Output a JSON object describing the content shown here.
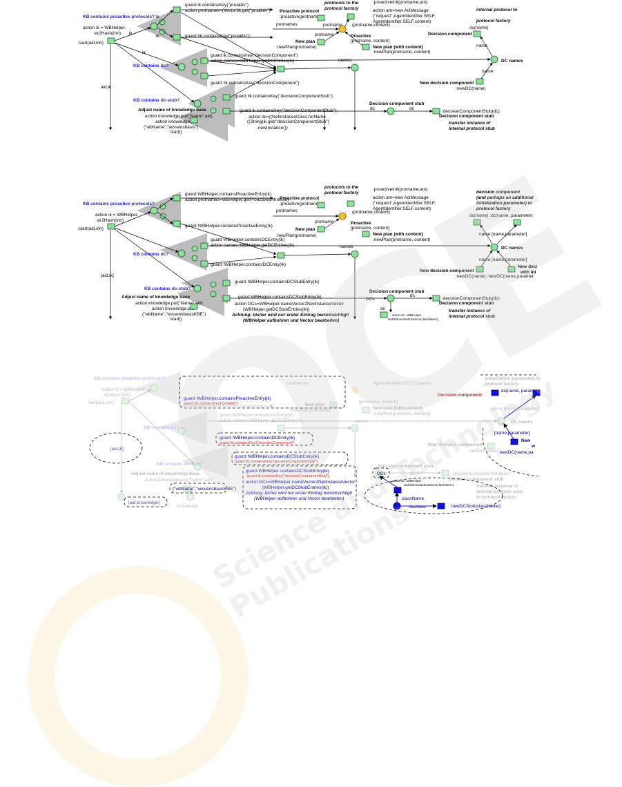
{
  "panel1": {
    "kb_proactive": "KB contains proactive protocols?",
    "action_ik_1": "action ik = WBHelper.",
    "action_ik_2": "str2Hash(inh)",
    "start": ":start(aid,inh)",
    "ik1": "ik",
    "ik2": "ik",
    "guard_pro_1": "guard ik.containsKey(\"proaktiv\")",
    "guard_pro_2": "action protnames=(Vector)ik.get(\"proaktiv\")",
    "guard_notpro": "guard !ik.containsKey(\"proaktiv\")",
    "protocols_factory": "protocols to the",
    "protocol_factory2": "protocol factory",
    "proactive_init": ":proactiveInit(protname,am)",
    "acl_1": "action am=new AclMessage",
    "acl_2": "(\"request\",AgentIdentifier.SELF,",
    "acl_3": "AgentIdentifier.SELF,content)",
    "proactive_protocol": "Proactive protocol",
    "proactive_call": ":proactive(protname)",
    "protnames": "protnames",
    "protname": "protname",
    "protname2": "protname",
    "protname_content": "(protname,content)",
    "proactive": "Proactive",
    "new_plan": "New plan",
    "new_plan_call": ":newPlan(protname)",
    "protname_content2": "[protname, content]",
    "new_plan_with": "New plan (with content)",
    "new_plan_with_call": ":newPlan(protname, content)",
    "internal_protocol": "internal protocol to",
    "protocol_factory": "protocol factory",
    "dc_name": "dc(name)",
    "decision_component": "Decision component",
    "name1": "name",
    "name2": "name",
    "dc_names": "DC names",
    "new_decision_component": "New decision component",
    "new_dc_call": ":newDC(name)",
    "kb_dc": "KB contains dc?",
    "ik3": "ik",
    "guard_dc_1": "guard ik.containsKey(\"decisionComponent\")",
    "guard_dc_2": "action names=WBHelper.getDCEntries(ik)",
    "guard_notdc": "guard !ik.containsKey(\"decisionComponent\")",
    "names": "names",
    "aid_ik": "aid,ik",
    "kb_dcstub": "KB contains dc-stub?",
    "guard_notstub": "guard !ik.containsKey(\"decisionComponentStub\")",
    "guard_stub": "guard ik.containsKey(\"decisionComponentStub\");",
    "adjust": "Adjust name of knowledge base",
    "action_put1": "action knowledge.put(\"Name\",aid)",
    "action_put2": "action knowledge.put",
    "action_put3": "(\"wbName\",\"wissensbasis\")",
    "start2": ":start()",
    "dc_new_1": "action dc=((NetInstanceClass.forName",
    "dc_new_2": "((String)ik.get(\"decisionComponentStub\")",
    "dc_new_3": ".newInstance())",
    "dc": "dc",
    "dc2": "dc",
    "dc_stub": "Decision component stub",
    "dc_stub_call": ":decisionComponentStub(dc)",
    "dc_stub2": "Decision component stub",
    "transfer_1": "transfer instance of",
    "transfer_2": "internal protocol stub"
  },
  "panel2": {
    "kb_proactive": "KB contains proactive protocols?",
    "action_ik_1": "action ik = WBHelper.",
    "action_ik_2": "str2Hash(inh)",
    "start": ":start(aid,inh)",
    "guard_pro_1": "guard WBHelper.containsProactiveEntry(ik)",
    "guard_pro_2": "action protnames=WBHelper.getProactiveEntries(ik)",
    "guard_notpro": "guard !WBHelper.containsProactiveEntry(ik)",
    "protocols_factory": "protocols to the",
    "protocol_factory2": "protocol factory",
    "proactive_init": ":proactiveInit(protname,am)",
    "acl_1": "action am=new AclMessage",
    "acl_2": "(\"request\",AgentIdentifier.SELF,",
    "acl_3": "AgentIdentifier.SELF,content)",
    "proactive_protocol": "Proactive protocol",
    "proactive_call": ":proactive(protname)",
    "protnames": "protnames",
    "protname": "protname",
    "protname_content": "(protname,content)",
    "proactive": "Proactive",
    "new_plan": "New plan",
    "new_plan_call": ":newPlan(protname)",
    "protname_content2": "[protname, content]",
    "new_plan_with": "New plan (with content)",
    "new_plan_with_call": ":newPlan(protname, content)",
    "dc_hdr_1": "decision component",
    "dc_hdr_2": "(and perhaps an additional",
    "dc_hdr_3": "initialization parameter) to",
    "dc_hdr_4": "protocol factory",
    "dc_name": "dc(name) :dc(name, parameter)",
    "name_param": "name  [name,parameter]",
    "dc_names": "DC names",
    "name_param2": "name  [name,parameter]",
    "new_decision_component": "New decision component",
    "new_dc_call": ":newDC(name)  :newDC(name,paramet",
    "new_deci": "New deci",
    "with_ini": "with ini",
    "kb_dc": "KB contains dc?",
    "guard_dc_1": "guard WBHelper.containsDCEntry(ik)",
    "guard_dc_2": "action names=WBHelper.getDCEntries(ik)",
    "guard_notdc": "guard !WBHelper.containsDCEntry(ik)",
    "names": "names",
    "aid_ik": "[aid,ik]",
    "kb_dcstub": "KB contains dc-stub?",
    "guard_notstub": "guard !WBHelper.containsDCStubEntry(ik)",
    "guard_stub": "guard WBHelper.containsDCStubEntry(ik)",
    "adjust": "Adjust name of knowledge base",
    "action_put1": "action knowledge.put(\"Name\",aid)",
    "action_put2": "action knowledge.put",
    "action_put3": "(\"wbName\",\"wissensbasisKBE\")",
    "start2": ":start()",
    "dcs_1": "action DCs=WBHelper.nameVector2NetInstanceVector",
    "dcs_2": "(WBHelper.getDCStubEntries(ik))",
    "achtung_1": "Achtung: bisher wird nur erster Eintrag berücksichtigt!",
    "achtung_2": "(WBHelper aufbohren und Vector bearbeiten)",
    "dcs": "DCs",
    "dc": "dc",
    "dc_stub": "Decision component stub",
    "dc_stub_call": ":decisionComponentStub(dc)",
    "dc_stub2": "Decision component stub",
    "action_dc_1": "action dc =WBHelper",
    "action_dc_2": "stubName2NetInstance(className)",
    "transfer_1": "transfer instance of",
    "transfer_2": "internal protocol  stub"
  },
  "panel3": {
    "kb_proactive": "KB contains proactive protocols?",
    "action_ik": "action ik = WBHelper",
    "str2hash": "str2Hash(inh)",
    "start": "start(aid,inh)",
    "guard_notpro": "guard !WBHelper.containsProactiveEntry(ik)",
    "guard_notpro_2": "guard !ik.containsKey(\"proaktiv\")",
    "protnames": "protnames",
    "agent_self": "AgentIdentifier.SELF,content)",
    "new_plan": "New plan",
    "new_plan_call": ":newPlan(protname)",
    "protname_content": "[protname, content]",
    "new_plan_with": "New plan (with content)",
    "new_plan_with_call": ":newPlan(protname, content)",
    "initialization": "initialization parameter) to",
    "protocol_factory": "protocol factory",
    "decision_component": "Decision component",
    "dc_name_param": "dc(name, paramet",
    "name_param": "name  [name,parameter]",
    "dc_names": "DC names",
    "name_param2": "[name,parameter]",
    "new_decision_component": "New decision component",
    "new_dc": "newDC(name)",
    "new_dc2": ":newDC(name,pa",
    "new_w": "New",
    "w": "w",
    "kb_dc": "KB contains dc?",
    "guard_dc_1": "guard WBHelper.containsDCEntry(ik)",
    "guard_dc_2": "action names=WBHelper.getDCEntries(ik)",
    "guard_notdc_1": "guard !WBHelper.containsDCEntry(ik)",
    "guard_notdc_2": "guard !ik.containsKey(\"decisionComponent\")",
    "names": "names",
    "aid_ik": "[aid,ik]",
    "kb_dcstub": "KB contains dc-stub?",
    "guard_notstub_1": "guard !WBHelper.containsDCStubEntry(ik)",
    "guard_notstub_2": "guard !ik.containsKey(\"decisionComponentStub\")",
    "adjust": "Adjust name of knowledge base",
    "action_put": "action knowledge.put(\"Name\",aid)",
    "guard_stub_1": "guard WBHelper.containsDCStubEntry(ik)",
    "guard_stub_2": "guard ik.containsKey(\"decisionComponentStub\");",
    "dcs_1": "action DCs=WBHelper.nameVector2NetInstanceVector",
    "dcs_2": "(WBHelper.getDCStubEntries(ik))",
    "achtung_1": "Achtung: bisher wird nur erster Eintrag berücksichtigt!",
    "achtung_2": "(WBHelper aufbohren und Vector bearbeiten)",
    "wbname": "(\"wbName\",\"wissensbasisKBE\")",
    "aid_knowledge": "[aid,knowledge]",
    "knowledge": "knowledge",
    "dcs": "DCs",
    "dc": "dc",
    "dc_stub": "Decision component stub",
    "dc_stub_call": ":decisionComponentStub(dc)",
    "dc_stub2": "Decision component stub",
    "action_dc_1": "action dc =WBHelper",
    "action_dc_2": "stubName2NetInstance(className)",
    "transfer_1": "transfer instance of",
    "transfer_2": "internal protocol  stub",
    "transfer_3": "to protocol factory",
    "classname": "className",
    "classname2": "className",
    "new_dc_stub": ":newDCStub(className)"
  },
  "watermark": {
    "logo": "OCE",
    "subtitle": "Science and Technology Publications"
  },
  "colors": {
    "place_fill": "#8fdf9f",
    "proactive_place": "#f7c531",
    "blue_label": "#2222dd",
    "red_label": "#cc2222",
    "highlight": "#1010e0"
  }
}
